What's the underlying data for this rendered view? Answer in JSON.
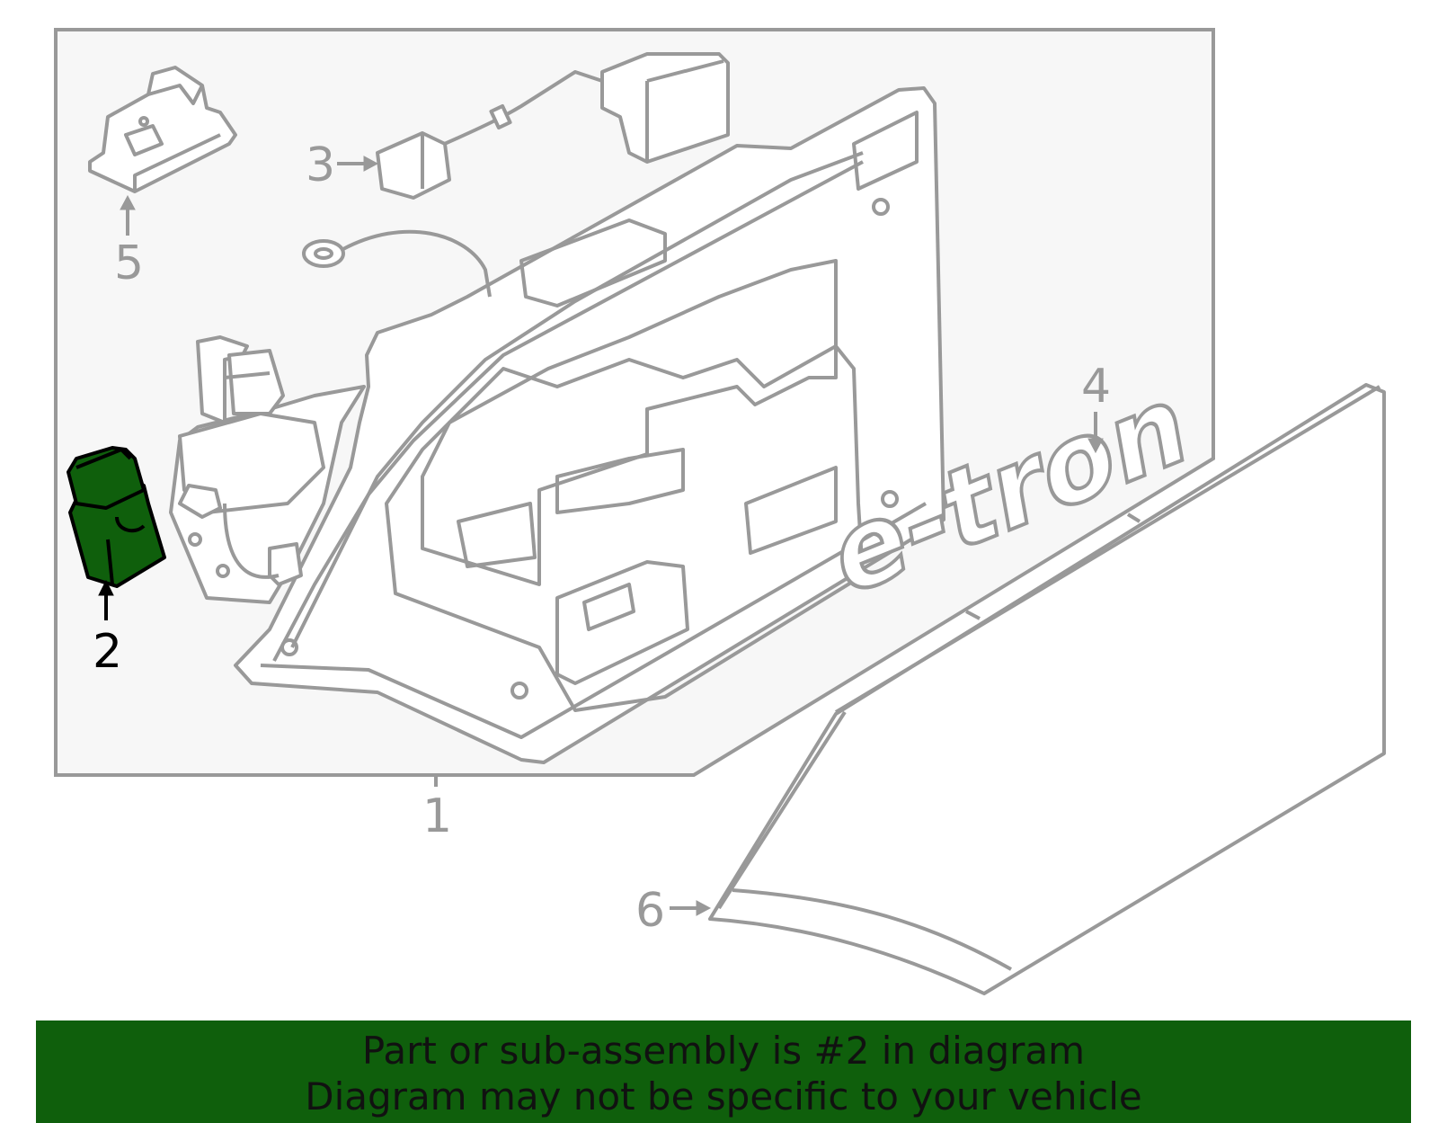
{
  "diagram": {
    "callouts": [
      {
        "id": "1",
        "label": "1",
        "highlighted": false
      },
      {
        "id": "2",
        "label": "2",
        "highlighted": true
      },
      {
        "id": "3",
        "label": "3",
        "highlighted": false
      },
      {
        "id": "4",
        "label": "4",
        "highlighted": false
      },
      {
        "id": "5",
        "label": "5",
        "highlighted": false
      },
      {
        "id": "6",
        "label": "6",
        "highlighted": false
      }
    ],
    "emblem_text": "e-tron",
    "colors": {
      "line": "#999999",
      "panel": "#f7f7f7",
      "highlight_fill": "#0f5f0c",
      "highlight_stroke": "#000000",
      "banner": "#0f5f0c"
    }
  },
  "banner": {
    "line1": "Part or sub-assembly is #2 in diagram",
    "line2": "Diagram may not be specific to your vehicle"
  }
}
